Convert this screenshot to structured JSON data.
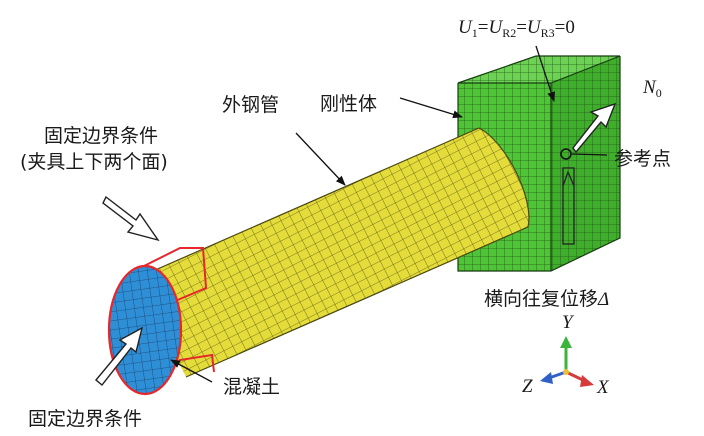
{
  "labels": {
    "fixed_bc_top_line1": "固定边界条件",
    "fixed_bc_top_line2": "(夹具上下两个面)",
    "outer_steel_tube": "外钢管",
    "rigid_body": "刚性体",
    "reference_point": "参考点",
    "lateral_cyclic_disp": "横向往复位移",
    "lateral_cyclic_disp_symbol": "Δ",
    "concrete": "混凝土",
    "fixed_bc_bottom": "固定边界条件"
  },
  "constraint": {
    "u": "U",
    "sub1": "1",
    "eq": "=",
    "sub2": "R2",
    "sub3": "R3",
    "rhs": "=0"
  },
  "axial_load": {
    "symbol": "N",
    "sub": "0"
  },
  "axes": {
    "y": "Y",
    "z": "Z",
    "x": "X"
  },
  "colors": {
    "steel_tube": "#e3dc3a",
    "concrete": "#2f8fd6",
    "rigid_body": "#4fc436",
    "boundary_highlight": "#e8262b",
    "axis_y": "#3cb43c",
    "axis_x": "#d83a3a",
    "axis_z": "#2f5fc8"
  }
}
